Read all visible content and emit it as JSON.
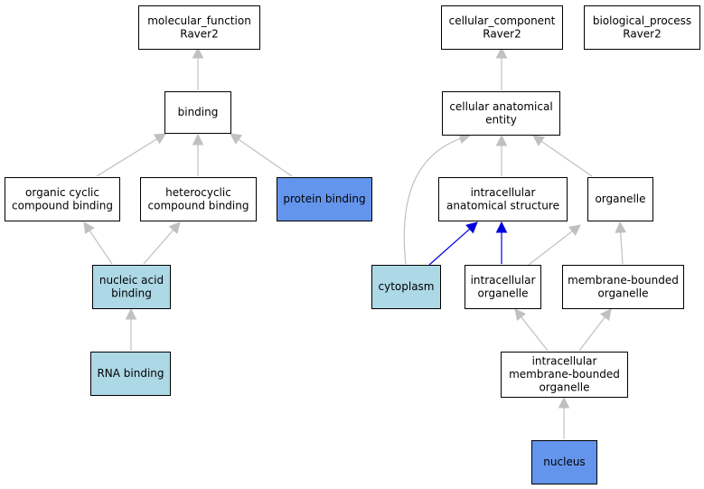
{
  "colors": {
    "plain_fill": "#ffffff",
    "light_fill": "#add8e6",
    "strong_fill": "#6495ed",
    "edge_grey": "#c0c0c0",
    "edge_blue": "#0000dd"
  },
  "nodes": {
    "molecular_function": {
      "lines": [
        "molecular_function",
        "Raver2"
      ],
      "style": "plain"
    },
    "cellular_component": {
      "lines": [
        "cellular_component",
        "Raver2"
      ],
      "style": "plain"
    },
    "biological_process": {
      "lines": [
        "biological_process",
        "Raver2"
      ],
      "style": "plain"
    },
    "binding": {
      "lines": [
        "binding"
      ],
      "style": "plain"
    },
    "cellular_anatomical_entity": {
      "lines": [
        "cellular anatomical",
        "entity"
      ],
      "style": "plain"
    },
    "organic_cyclic_compound_binding": {
      "lines": [
        "organic cyclic",
        "compound binding"
      ],
      "style": "plain"
    },
    "heterocyclic_compound_binding": {
      "lines": [
        "heterocyclic",
        "compound binding"
      ],
      "style": "plain"
    },
    "protein_binding": {
      "lines": [
        "protein binding"
      ],
      "style": "strong"
    },
    "intracellular_anatomical_structure": {
      "lines": [
        "intracellular",
        "anatomical structure"
      ],
      "style": "plain"
    },
    "organelle": {
      "lines": [
        "organelle"
      ],
      "style": "plain"
    },
    "nucleic_acid_binding": {
      "lines": [
        "nucleic acid",
        "binding"
      ],
      "style": "light"
    },
    "cytoplasm": {
      "lines": [
        "cytoplasm"
      ],
      "style": "light"
    },
    "intracellular_organelle": {
      "lines": [
        "intracellular",
        "organelle"
      ],
      "style": "plain"
    },
    "membrane_bounded_organelle": {
      "lines": [
        "membrane-bounded",
        "organelle"
      ],
      "style": "plain"
    },
    "rna_binding": {
      "lines": [
        "RNA binding"
      ],
      "style": "light"
    },
    "intracellular_membrane_bounded_organelle": {
      "lines": [
        "intracellular",
        "membrane-bounded",
        "organelle"
      ],
      "style": "plain"
    },
    "nucleus": {
      "lines": [
        "nucleus"
      ],
      "style": "strong"
    }
  },
  "edges": [
    {
      "from": "binding",
      "to": "molecular_function",
      "color": "grey"
    },
    {
      "from": "organic_cyclic_compound_binding",
      "to": "binding",
      "color": "grey"
    },
    {
      "from": "heterocyclic_compound_binding",
      "to": "binding",
      "color": "grey"
    },
    {
      "from": "protein_binding",
      "to": "binding",
      "color": "grey"
    },
    {
      "from": "nucleic_acid_binding",
      "to": "organic_cyclic_compound_binding",
      "color": "grey"
    },
    {
      "from": "nucleic_acid_binding",
      "to": "heterocyclic_compound_binding",
      "color": "grey"
    },
    {
      "from": "rna_binding",
      "to": "nucleic_acid_binding",
      "color": "grey"
    },
    {
      "from": "cellular_anatomical_entity",
      "to": "cellular_component",
      "color": "grey"
    },
    {
      "from": "intracellular_anatomical_structure",
      "to": "cellular_anatomical_entity",
      "color": "grey"
    },
    {
      "from": "organelle",
      "to": "cellular_anatomical_entity",
      "color": "grey"
    },
    {
      "from": "cytoplasm",
      "to": "cellular_anatomical_entity",
      "color": "grey"
    },
    {
      "from": "cytoplasm",
      "to": "intracellular_anatomical_structure",
      "color": "blue"
    },
    {
      "from": "intracellular_organelle",
      "to": "intracellular_anatomical_structure",
      "color": "blue"
    },
    {
      "from": "intracellular_organelle",
      "to": "organelle",
      "color": "grey"
    },
    {
      "from": "membrane_bounded_organelle",
      "to": "organelle",
      "color": "grey"
    },
    {
      "from": "intracellular_membrane_bounded_organelle",
      "to": "intracellular_organelle",
      "color": "grey"
    },
    {
      "from": "intracellular_membrane_bounded_organelle",
      "to": "membrane_bounded_organelle",
      "color": "grey"
    },
    {
      "from": "nucleus",
      "to": "intracellular_membrane_bounded_organelle",
      "color": "grey"
    }
  ]
}
